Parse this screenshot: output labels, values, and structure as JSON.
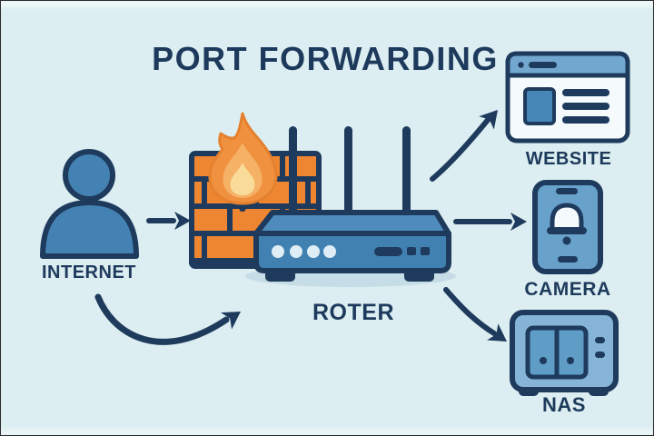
{
  "title": "PORT FORWARDING",
  "nodes": [
    {
      "id": "internet",
      "label": "INTERNET",
      "icon": "person-icon"
    },
    {
      "id": "firewall",
      "icon": "firewall-flame-icon"
    },
    {
      "id": "router",
      "label": "ROTER",
      "icon": "router-icon"
    },
    {
      "id": "website",
      "label": "WEBSITE",
      "icon": "browser-window-icon"
    },
    {
      "id": "camera",
      "label": "CAMERA",
      "icon": "phone-notification-icon"
    },
    {
      "id": "nas",
      "label": "NAS",
      "icon": "nas-storage-icon"
    }
  ],
  "connections": [
    {
      "from": "internet",
      "to": "firewall",
      "style": "straight-arrow"
    },
    {
      "from": "internet",
      "to": "router",
      "style": "curved-arrow"
    },
    {
      "from": "router",
      "to": "website",
      "style": "curved-arrow"
    },
    {
      "from": "router",
      "to": "camera",
      "style": "straight-arrow"
    },
    {
      "from": "router",
      "to": "nas",
      "style": "curved-arrow"
    }
  ],
  "colors": {
    "background": "#dceef1",
    "outline_navy": "#1e3a5c",
    "text_navy": "#1d3a5c",
    "primary_blue": "#4181b1",
    "router_top_blue": "#4e8cbd",
    "light_blue": "#68a1ca",
    "pale_blue": "#86b4d6",
    "drive_blue": "#5f9dc7",
    "panel_white": "#f5fafc",
    "brick_orange": "#ee8531",
    "flame_orange": "#f0913f",
    "flame_mid": "#f5b266",
    "flame_inner": "#fadc9a",
    "led_light": "#dfeef6",
    "shadow": "#c6dce6"
  }
}
